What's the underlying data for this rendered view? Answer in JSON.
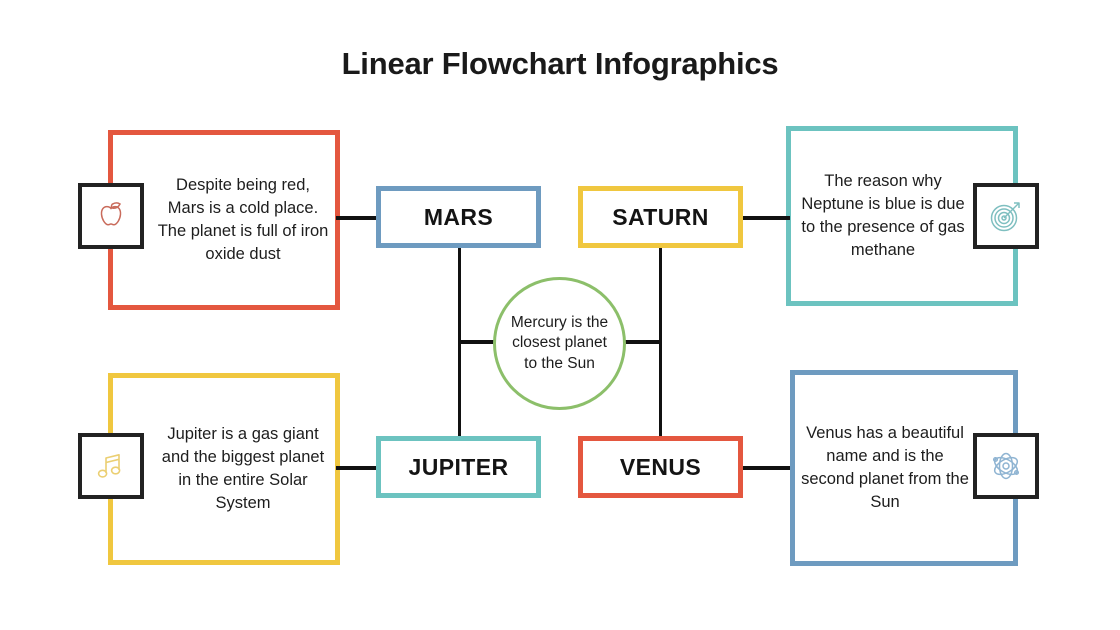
{
  "header": {
    "title": "Linear Flowchart Infographics"
  },
  "colors": {
    "red": "#E4573F",
    "yellow": "#F0C73F",
    "teal": "#6CC3C0",
    "blue": "#6E9BC0",
    "green": "#8CBF6A",
    "connector": "#111111",
    "icon_frame": "#222222"
  },
  "cards": [
    {
      "id": "mars-description",
      "text": "Despite being red, Mars is a cold place. The planet is full of iron oxide dust",
      "color": "#E4573F",
      "icon": "apple-icon",
      "side": "left"
    },
    {
      "id": "neptune-description",
      "text": "The reason why Neptune is blue is due to the presence of gas methane",
      "color": "#6CC3C0",
      "icon": "target-icon",
      "side": "right"
    },
    {
      "id": "jupiter-description",
      "text": "Jupiter is a gas giant and the biggest planet in the entire Solar System",
      "color": "#F0C73F",
      "icon": "music-note-icon",
      "side": "left"
    },
    {
      "id": "venus-description",
      "text": "Venus has a beautiful name and is the second planet from the Sun",
      "color": "#6E9BC0",
      "icon": "atom-icon",
      "side": "right"
    }
  ],
  "planets": [
    {
      "id": "mars",
      "label": "MARS",
      "color": "#6E9BC0"
    },
    {
      "id": "saturn",
      "label": "SATURN",
      "color": "#F0C73F"
    },
    {
      "id": "jupiter",
      "label": "JUPITER",
      "color": "#6CC3C0"
    },
    {
      "id": "venus",
      "label": "VENUS",
      "color": "#E4573F"
    }
  ],
  "center": {
    "text": "Mercury is the closest planet to the Sun",
    "color": "#8CBF6A"
  }
}
